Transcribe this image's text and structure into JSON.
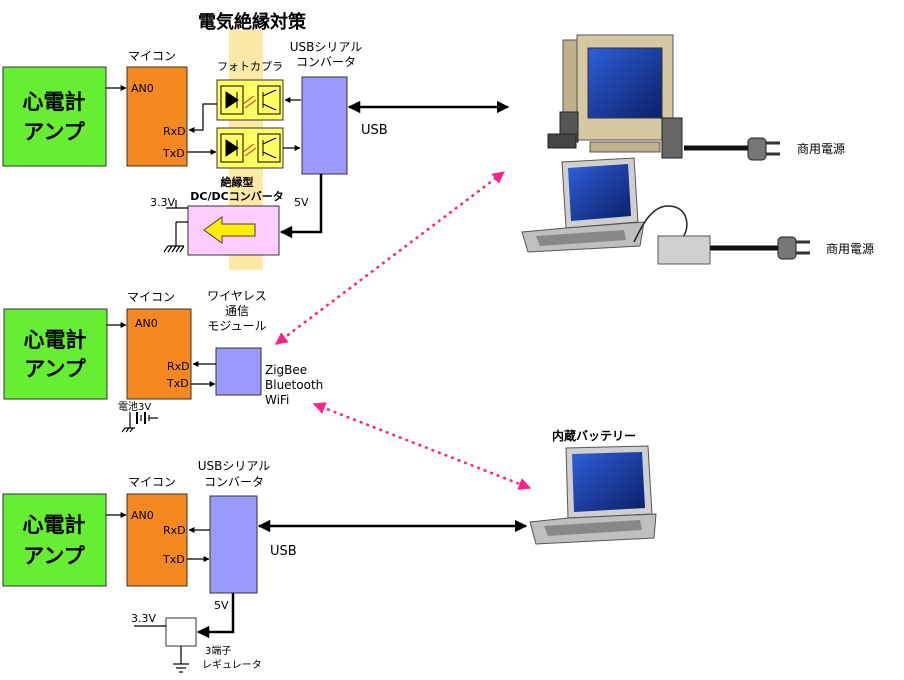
{
  "title": "電気絶縁対策",
  "amp_line1": "心電計",
  "amp_line2": "アンプ",
  "mcu": "マイコン",
  "an0": "AN0",
  "rxd": "RxD",
  "txd": "TxD",
  "photocoupler": "フォトカプラ",
  "usb_serial_line1": "USBシリアル",
  "usb_serial_line2": "コンバータ",
  "usb": "USB",
  "v5": "5V",
  "v33": "3.3V",
  "iso_line1": "絶縁型",
  "iso_line2": "DC/DCコンバータ",
  "wireless_line1": "ワイヤレス",
  "wireless_line2": "通信",
  "wireless_line3": "モジュール",
  "protocols": [
    "ZigBee",
    "Bluetooth",
    "WiFi"
  ],
  "battery": "電池3V",
  "commercial_power": "商用電源",
  "internal_battery": "内蔵バッテリー",
  "regulator_line1": "3端子",
  "regulator_line2": "レギュレータ",
  "colors": {
    "amp_green": "#66ee33",
    "mcu_orange": "#f5891f",
    "converter_blue": "#9999ff",
    "photocoupler_yellow": "#ffff66",
    "isolation_band": "#fde9a6",
    "dcdc_pink": "#ffccff",
    "wireless_link": "#ff2288"
  }
}
